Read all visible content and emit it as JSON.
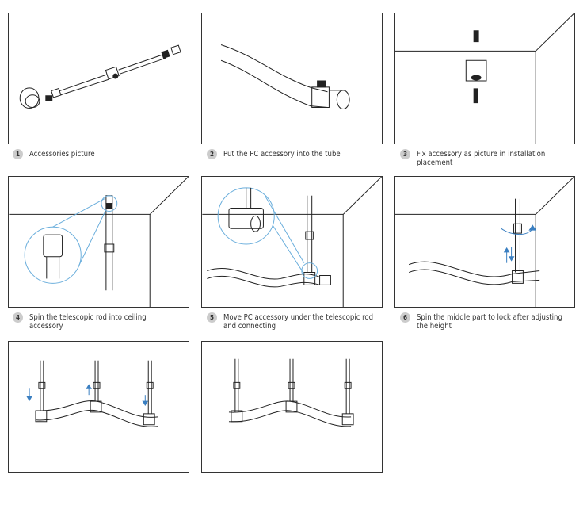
{
  "steps": [
    {
      "number": "1",
      "caption": "Accessories picture"
    },
    {
      "number": "2",
      "caption": "Put the PC accessory into the tube"
    },
    {
      "number": "3",
      "caption": "Fix accessory as picture in installation placement"
    },
    {
      "number": "4",
      "caption": "Spin the telescopic rod into ceiling accessory"
    },
    {
      "number": "5",
      "caption": "Move PC accessory under the telescopic rod and connecting"
    },
    {
      "number": "6",
      "caption": "Spin the middle part to lock after adjusting the height"
    }
  ],
  "colors": {
    "accent_arrow": "#3a7fc1",
    "callout_line": "#6aaedc",
    "step_badge": "#cccccc"
  }
}
